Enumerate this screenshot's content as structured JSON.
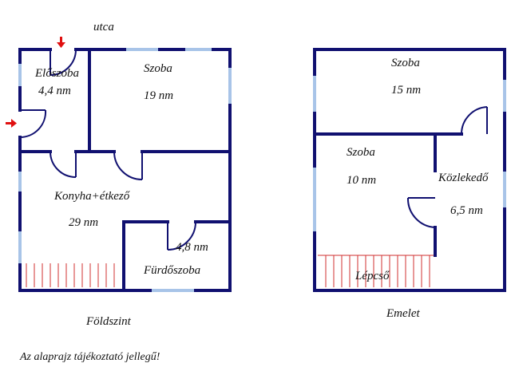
{
  "street": "utca",
  "ground_floor": {
    "caption": "Földszint",
    "rooms": [
      {
        "name": "Előszoba",
        "area": "4,4 nm"
      },
      {
        "name": "Szoba",
        "area": "19 nm"
      },
      {
        "name": "Konyha+étkező",
        "area": "29 nm"
      },
      {
        "name": "Fürdőszoba",
        "area": "4,8 nm"
      }
    ]
  },
  "upper_floor": {
    "caption": "Emelet",
    "rooms": [
      {
        "name": "Szoba",
        "area": "15 nm"
      },
      {
        "name": "Szoba",
        "area": "10 nm"
      },
      {
        "name": "Közlekedő",
        "area": "6,5 nm"
      },
      {
        "name": "Lépcső"
      }
    ]
  },
  "note": "Az alaprajz tájékoztató jellegű!",
  "colors": {
    "wall": "#101070",
    "window": "#a8c4e8",
    "stair": "#d03030",
    "arrow": "#e01010"
  }
}
